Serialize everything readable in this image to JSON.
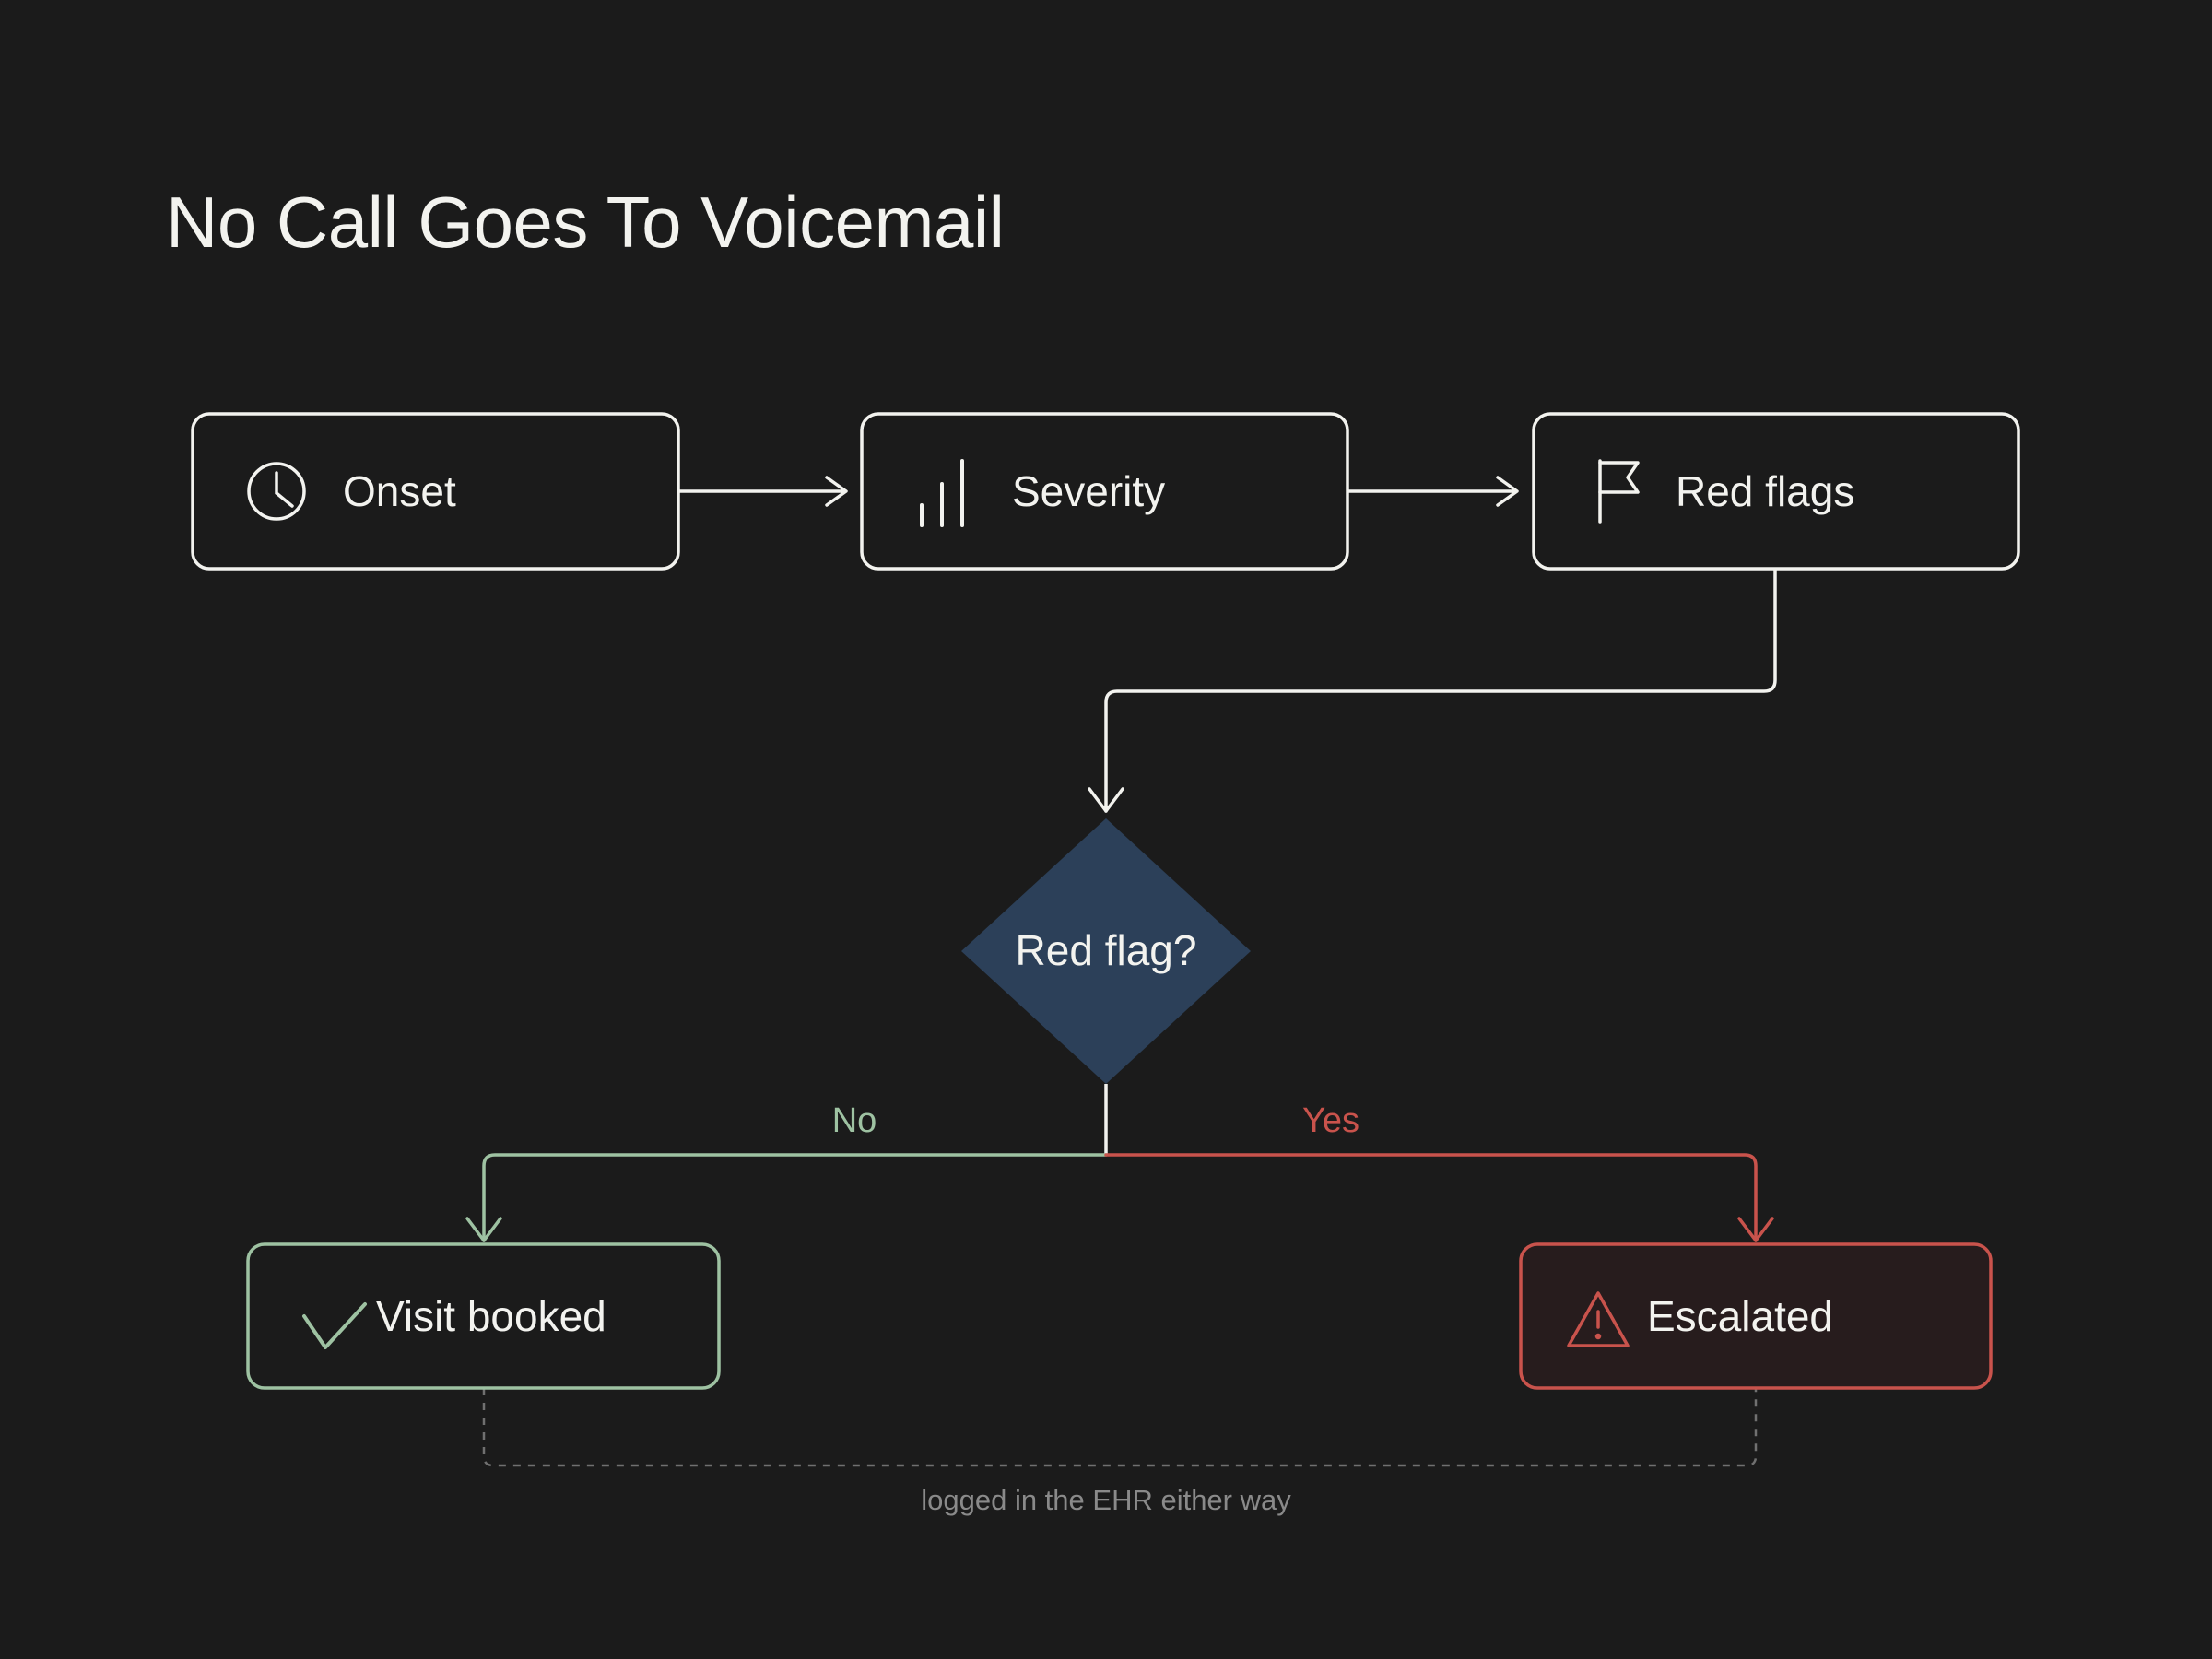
{
  "title": "No Call Goes To Voicemail",
  "colors": {
    "background": "#1b1b1b",
    "stroke": "#f3f3ef",
    "decision_fill": "#2c4059",
    "no_branch": "#9ec2a2",
    "yes_branch": "#c9534c",
    "escalated_fill": "#271c1d",
    "footnote": "#8a8a8a"
  },
  "steps": [
    {
      "label": "Onset",
      "icon": "clock-icon"
    },
    {
      "label": "Severity",
      "icon": "bar-chart-icon"
    },
    {
      "label": "Red flags",
      "icon": "flag-icon"
    }
  ],
  "decision": {
    "label": "Red flag?"
  },
  "branches": {
    "no": "No",
    "yes": "Yes"
  },
  "outcomes": {
    "visit_booked": {
      "label": "Visit booked",
      "icon": "check-icon"
    },
    "escalated": {
      "label": "Escalated",
      "icon": "warning-icon"
    }
  },
  "footnote": "logged in the EHR either way"
}
